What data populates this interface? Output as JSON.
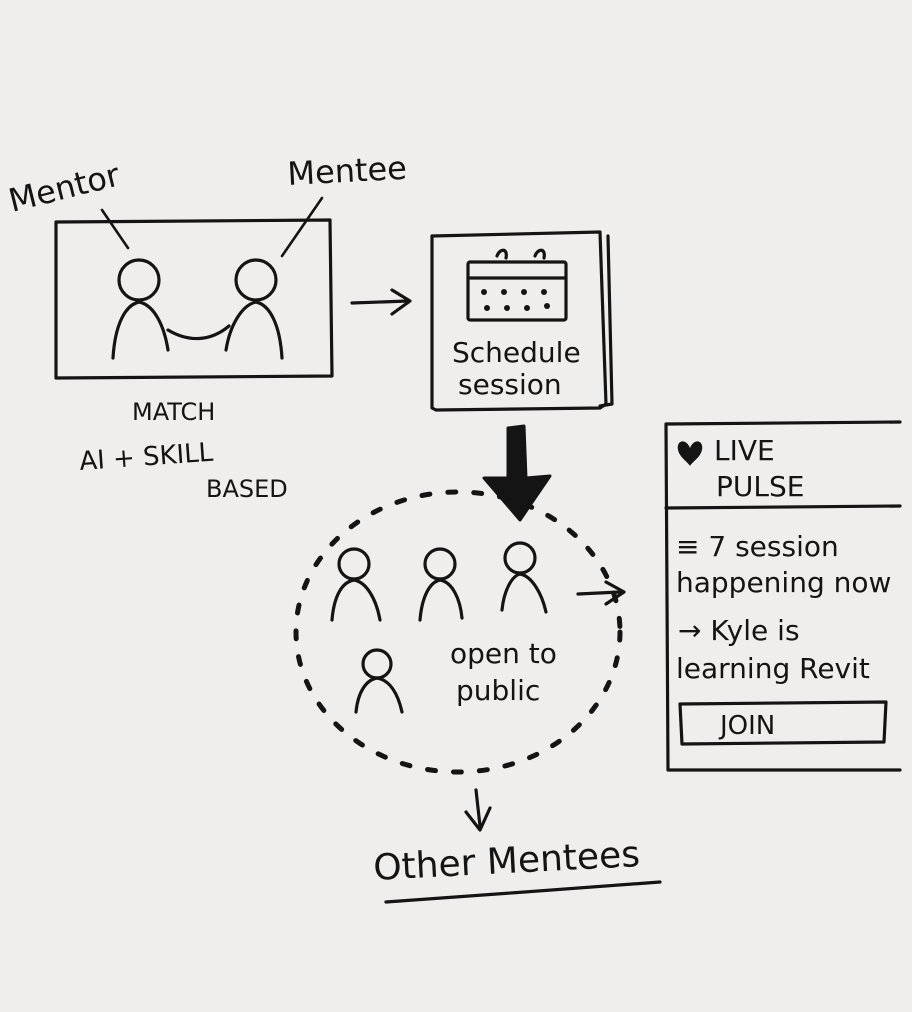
{
  "canvas": {
    "background": "#f0eeed",
    "ink_color": "#141414"
  },
  "match_box": {
    "mentor_label": "Mentor",
    "mentee_label": "Mentee",
    "caption_line1": "MATCH",
    "caption_line2": "AI + SKILL",
    "caption_line3": "BASED"
  },
  "schedule_box": {
    "icon": "calendar-icon",
    "label_line1": "Schedule",
    "label_line2": "session"
  },
  "public_group": {
    "label_line1": "open to",
    "label_line2": "public",
    "footer": "Other Mentees"
  },
  "live_panel": {
    "icon": "heart-icon",
    "title_line1": "LIVE",
    "title_line2": "PULSE",
    "line1": "≡ 7 session",
    "line2": "happening now",
    "line3": "→ Kyle is",
    "line4": "learning Revit",
    "join_label": "JOIN"
  }
}
